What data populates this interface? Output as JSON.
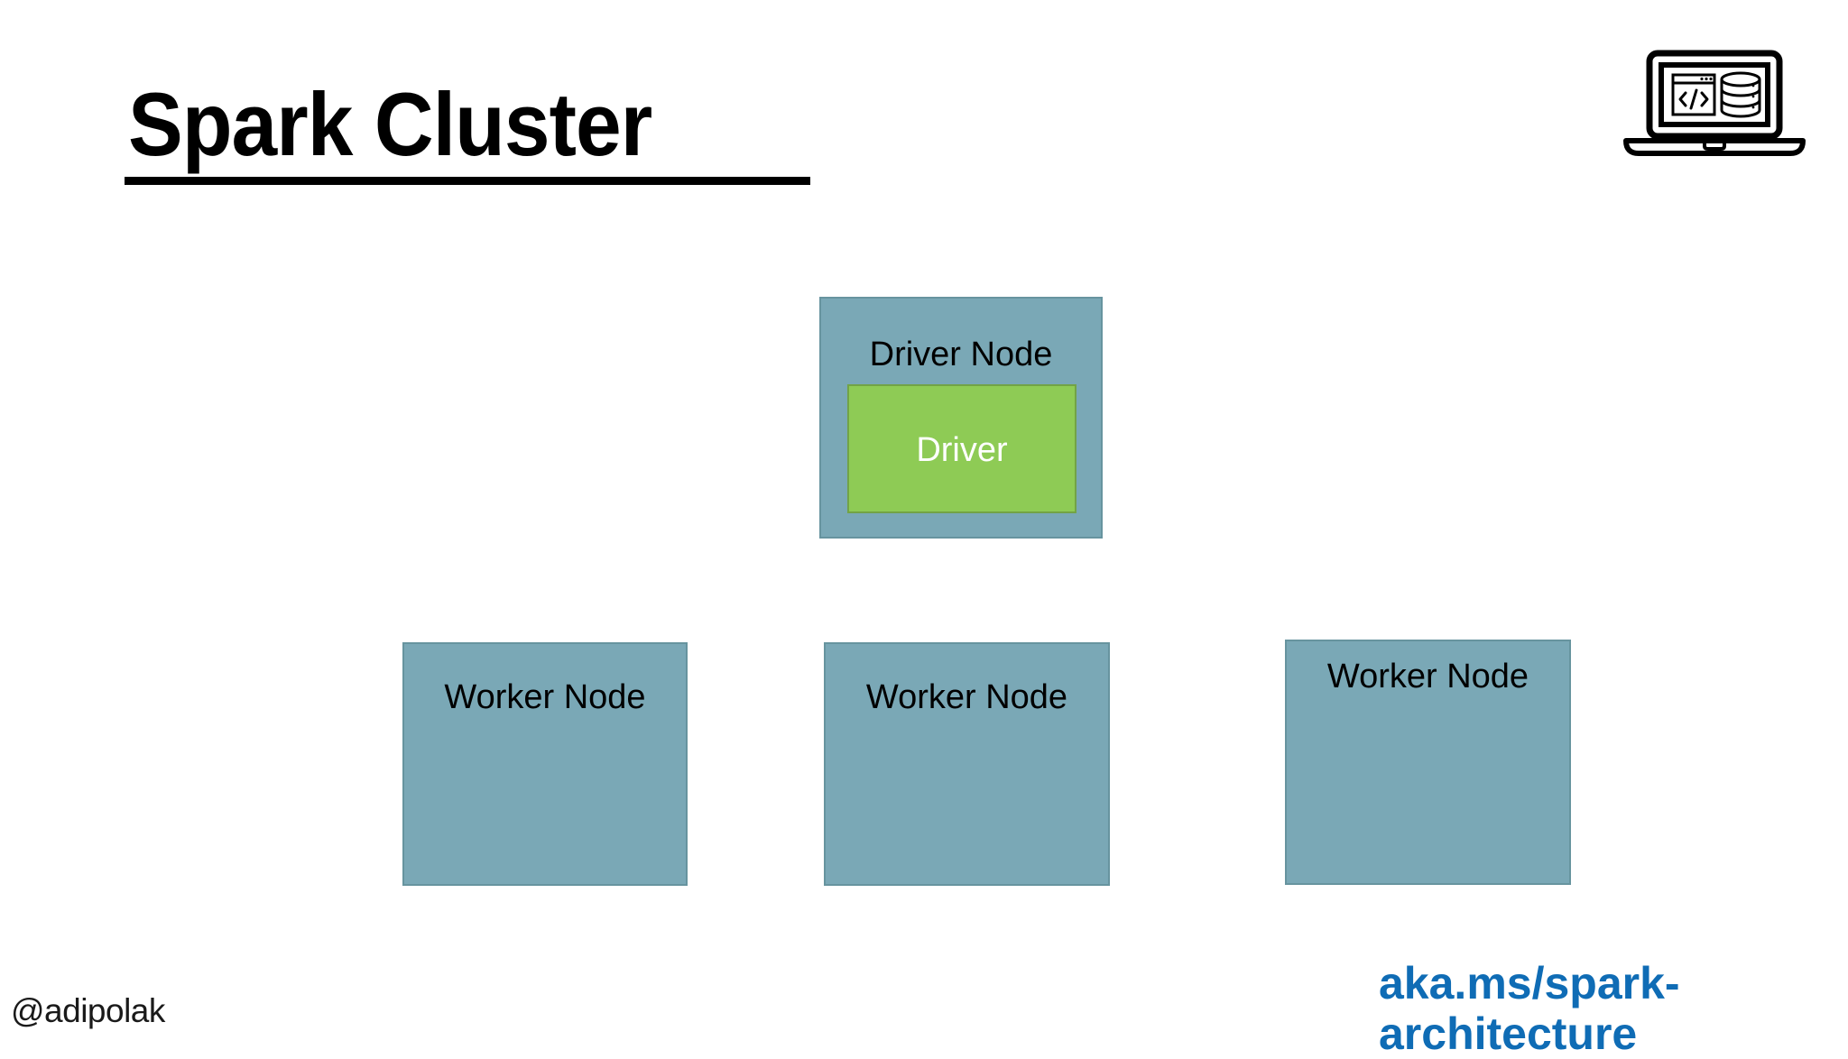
{
  "slide": {
    "title": "Spark Cluster",
    "background_color": "#ffffff"
  },
  "colors": {
    "node_fill": "#7aa8b6",
    "node_border": "#67949f",
    "driver_fill": "#8ecb55",
    "driver_border": "#72a346",
    "title_color": "#000000",
    "link_color": "#0f6cb5",
    "driver_text_color": "#ffffff"
  },
  "icons": {
    "laptop": "laptop-code-database-icon",
    "code_window": "code-window-icon",
    "database": "database-cylinder-icon"
  },
  "diagram": {
    "driver_node": {
      "label": "Driver Node",
      "inner": {
        "label": "Driver"
      }
    },
    "worker_nodes": [
      {
        "label": "Worker Node"
      },
      {
        "label": "Worker Node"
      },
      {
        "label": "Worker Node"
      }
    ]
  },
  "footer": {
    "handle": "@adipolak",
    "link": "aka.ms/spark-architecture"
  }
}
